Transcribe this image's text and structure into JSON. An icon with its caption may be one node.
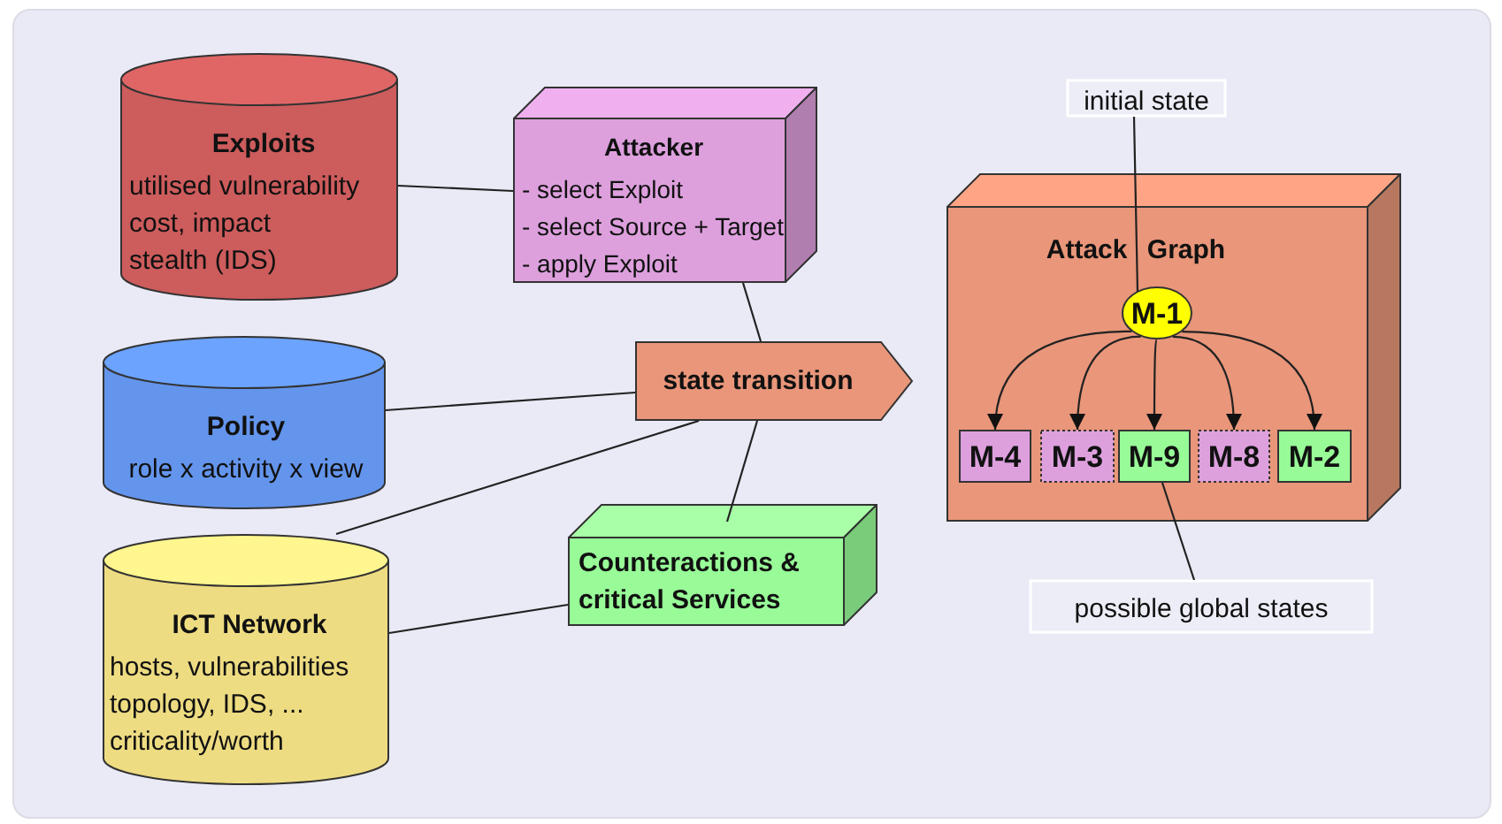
{
  "diagram": {
    "nodes": [
      {
        "text": [
          "Exploits",
          "utilised vulnerability",
          "cost, impact",
          "stealth (IDS)"
        ]
      },
      {
        "text": [
          "Attacker",
          "- select Exploit",
          "- select Source + Target",
          "- apply Exploit"
        ]
      },
      {
        "text": [
          "Policy",
          "role x activity x view"
        ]
      },
      {
        "text": [
          "state transition"
        ]
      },
      {
        "text": [
          "ICT Network",
          "hosts, vulnerabilities",
          "topology, IDS, ...",
          "criticality/worth"
        ]
      },
      {
        "text": [
          "Counteractions & critical Services"
        ]
      },
      {
        "text": [
          "initial state"
        ]
      },
      {
        "text": [
          "Attack Graph"
        ]
      },
      {
        "text": [
          "M-1"
        ],
        "in": 7
      },
      {
        "text": [
          "M-4"
        ],
        "in": 7
      },
      {
        "text": [
          "M-3"
        ],
        "in": 7
      },
      {
        "text": [
          "M-9"
        ],
        "in": 7
      },
      {
        "text": [
          "M-8"
        ],
        "in": 7
      },
      {
        "text": [
          "M-2"
        ],
        "in": 7
      },
      {
        "text": [
          "possible global states"
        ]
      }
    ],
    "edges": [
      {
        "from": 0,
        "to": 1,
        "arrow": "none"
      },
      {
        "from": 1,
        "to": 3,
        "arrow": "none"
      },
      {
        "from": 2,
        "to": 3,
        "arrow": "none"
      },
      {
        "from": 4,
        "to": 3,
        "arrow": "none"
      },
      {
        "from": 5,
        "to": 3,
        "arrow": "none"
      },
      {
        "from": 4,
        "to": 5,
        "arrow": "none"
      },
      {
        "from": 6,
        "to": 8,
        "arrow": "none"
      },
      {
        "from": 8,
        "to": 9,
        "arrow": "to"
      },
      {
        "from": 8,
        "to": 10,
        "arrow": "to"
      },
      {
        "from": 8,
        "to": 11,
        "arrow": "to"
      },
      {
        "from": 8,
        "to": 12,
        "arrow": "to"
      },
      {
        "from": 8,
        "to": 13,
        "arrow": "to"
      },
      {
        "from": 14,
        "to": 11,
        "arrow": "none"
      }
    ]
  }
}
